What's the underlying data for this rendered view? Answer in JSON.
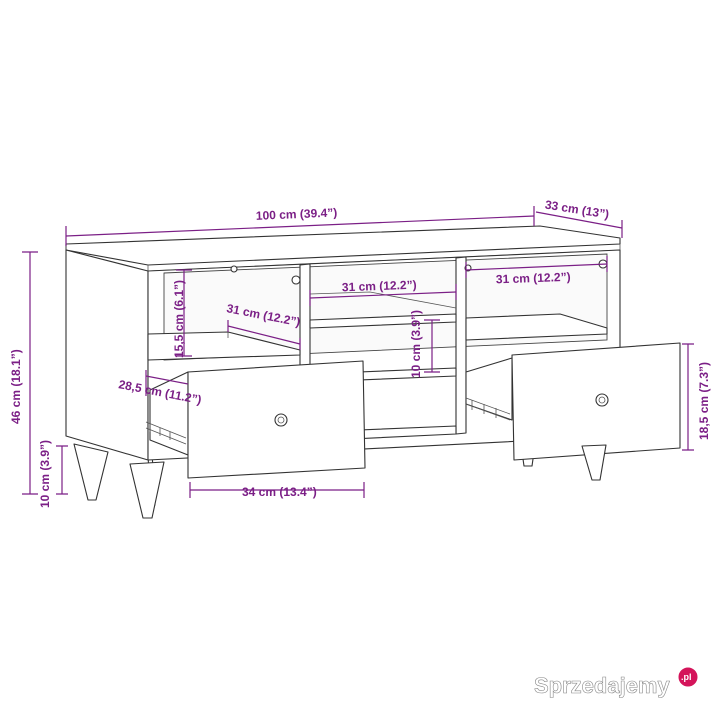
{
  "dimensions": {
    "width": "100 cm (39.4”)",
    "depth": "33 cm (13”)",
    "height": "46 cm (18.1”)",
    "leg_height": "10 cm (3.9”)",
    "left_shelf_height": "15,5 cm (6.1”)",
    "left_shelf_width": "31 cm (12.2”)",
    "drawer_depth": "28,5 cm (11.2”)",
    "middle_width": "31 cm (12.2”)",
    "middle_height": "10 cm (3.9”)",
    "right_width": "31 cm (12.2”)",
    "drawer_width": "34 cm (13.4”)",
    "drawer_height": "18,5 cm (7.3”)"
  },
  "colors": {
    "dimension": "#7b1f86",
    "outline": "#333333",
    "watermark_accent": "#d4145a"
  },
  "watermark": {
    "text": "Sprzedajemy",
    "suffix": ".pl"
  }
}
